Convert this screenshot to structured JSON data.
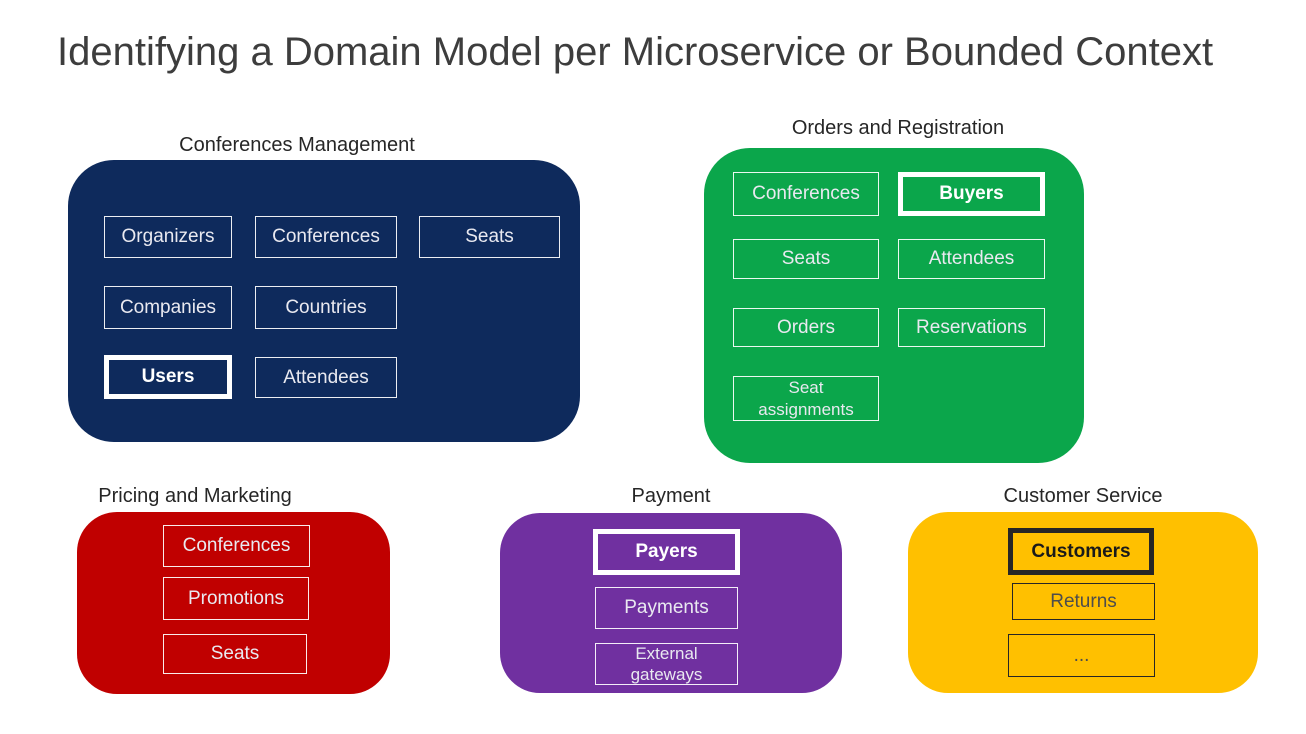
{
  "title": "Identifying a Domain Model per Microservice or Bounded Context",
  "contexts": [
    {
      "name": "Conferences Management",
      "color": "#0E2A5C",
      "entities": [
        {
          "label": "Organizers",
          "highlighted": false
        },
        {
          "label": "Conferences",
          "highlighted": false
        },
        {
          "label": "Seats",
          "highlighted": false
        },
        {
          "label": "Companies",
          "highlighted": false
        },
        {
          "label": "Countries",
          "highlighted": false
        },
        {
          "label": "Users",
          "highlighted": true
        },
        {
          "label": "Attendees",
          "highlighted": false
        }
      ]
    },
    {
      "name": "Orders and Registration",
      "color": "#0BA64B",
      "entities": [
        {
          "label": "Conferences",
          "highlighted": false
        },
        {
          "label": "Buyers",
          "highlighted": true
        },
        {
          "label": "Seats",
          "highlighted": false
        },
        {
          "label": "Attendees",
          "highlighted": false
        },
        {
          "label": "Orders",
          "highlighted": false
        },
        {
          "label": "Reservations",
          "highlighted": false
        },
        {
          "label": "Seat assignments",
          "highlighted": false
        }
      ]
    },
    {
      "name": "Pricing and Marketing",
      "color": "#C00000",
      "entities": [
        {
          "label": "Conferences",
          "highlighted": false
        },
        {
          "label": "Promotions",
          "highlighted": false
        },
        {
          "label": "Seats",
          "highlighted": false
        }
      ]
    },
    {
      "name": "Payment",
      "color": "#7030A0",
      "entities": [
        {
          "label": "Payers",
          "highlighted": true
        },
        {
          "label": "Payments",
          "highlighted": false
        },
        {
          "label": "External gateways",
          "highlighted": false
        }
      ]
    },
    {
      "name": "Customer Service",
      "color": "#FFC000",
      "text_color": "#262626",
      "entities": [
        {
          "label": "Customers",
          "highlighted": true
        },
        {
          "label": "Returns",
          "highlighted": false
        },
        {
          "label": "...",
          "highlighted": false
        }
      ]
    }
  ]
}
